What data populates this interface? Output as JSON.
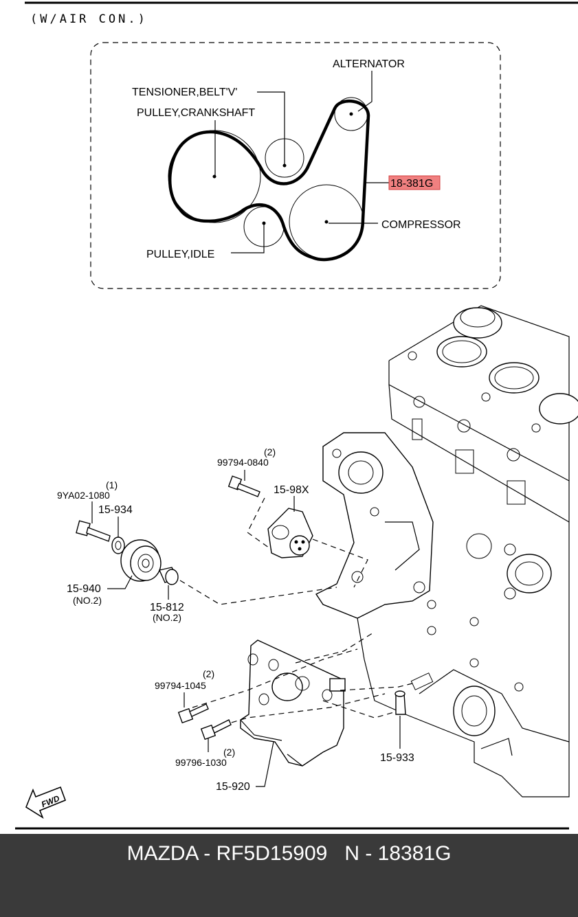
{
  "header": {
    "variant": "(W/AIR CON.)"
  },
  "belt_layout": {
    "alternator": "ALTERNATOR",
    "tensioner": "TENSIONER,BELT'V'",
    "crankshaft": "PULLEY,CRANKSHAFT",
    "compressor": "COMPRESSOR",
    "idle": "PULLEY,IDLE",
    "highlight_part": "18-381G",
    "highlight_color": "#f08080"
  },
  "parts": {
    "p_99794_0840": {
      "number": "99794-0840",
      "qty": "(2)"
    },
    "p_15_98x": {
      "number": "15-98X"
    },
    "p_9ya02_1080": {
      "number": "9YA02-1080",
      "qty": "(1)"
    },
    "p_15_934": {
      "number": "15-934"
    },
    "p_15_940": {
      "number": "15-940",
      "note": "(NO.2)"
    },
    "p_15_812": {
      "number": "15-812",
      "note": "(NO.2)"
    },
    "p_99794_1045": {
      "number": "99794-1045",
      "qty": "(2)"
    },
    "p_99796_1030": {
      "number": "99796-1030",
      "qty": "(2)"
    },
    "p_15_920": {
      "number": "15-920"
    },
    "p_15_933": {
      "number": "15-933"
    },
    "fwd": "FWD"
  },
  "footer": {
    "text": "MAZDA - RF5D15909   N - 18381G"
  },
  "colors": {
    "footer_bg": "#3a3a3a",
    "footer_text": "#ffffff"
  }
}
